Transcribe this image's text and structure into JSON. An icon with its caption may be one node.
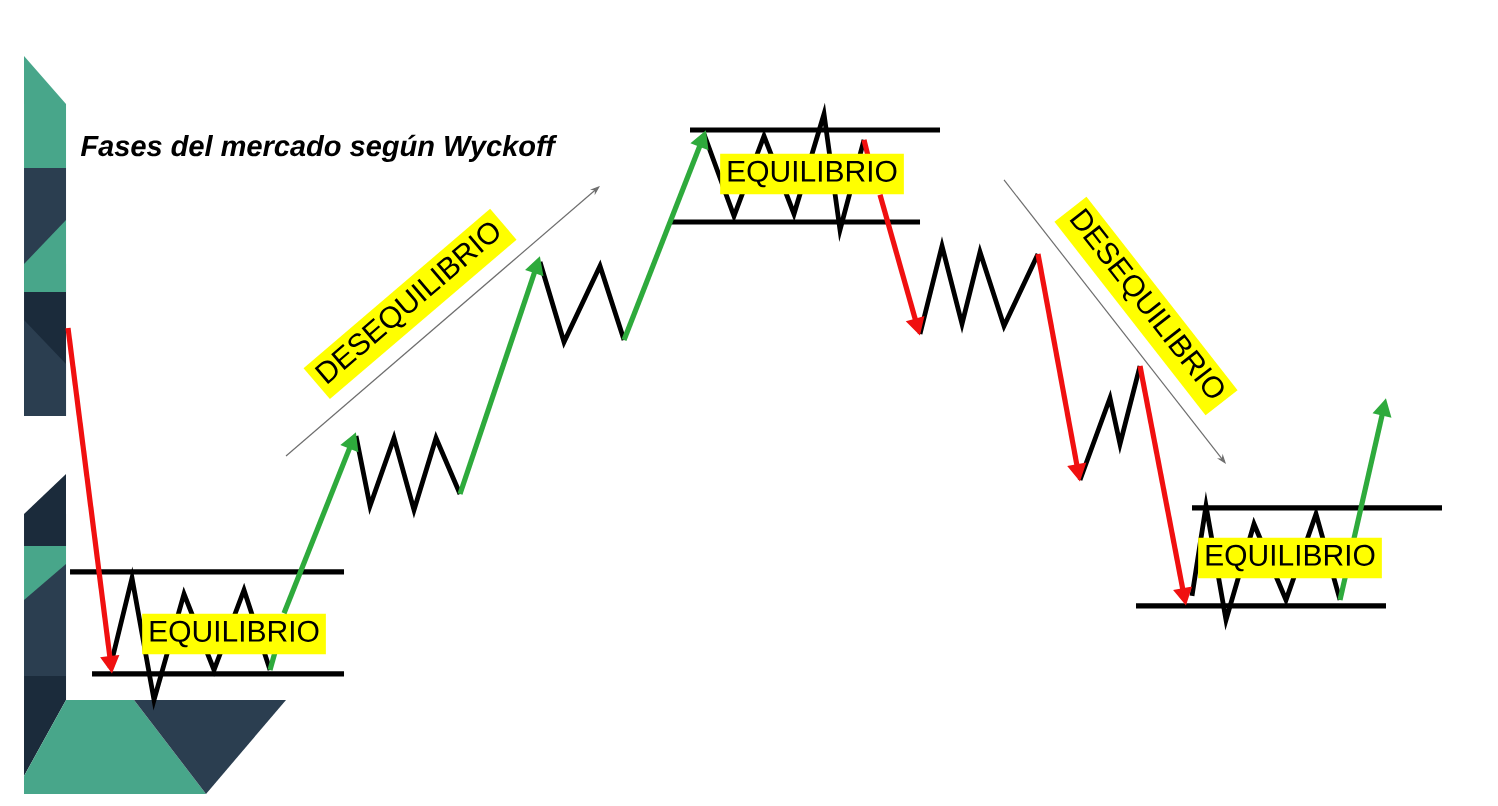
{
  "diagram": {
    "title": "Fases del mercado según Wyckoff",
    "nodes": [
      {
        "text": [
          "EQUILIBRIO"
        ]
      },
      {
        "text": [
          "DESEQUILIBRIO"
        ]
      },
      {
        "text": [
          "EQUILIBRIO"
        ]
      },
      {
        "text": [
          "DESEQUILIBRIO"
        ]
      },
      {
        "text": [
          "EQUILIBRIO"
        ]
      }
    ],
    "edges": [
      {
        "from": 0,
        "to": null,
        "arrow": "to",
        "color": "#2eaa3c"
      },
      {
        "from": 2,
        "to": null,
        "arrow": "to",
        "color": "#f01010"
      }
    ]
  }
}
